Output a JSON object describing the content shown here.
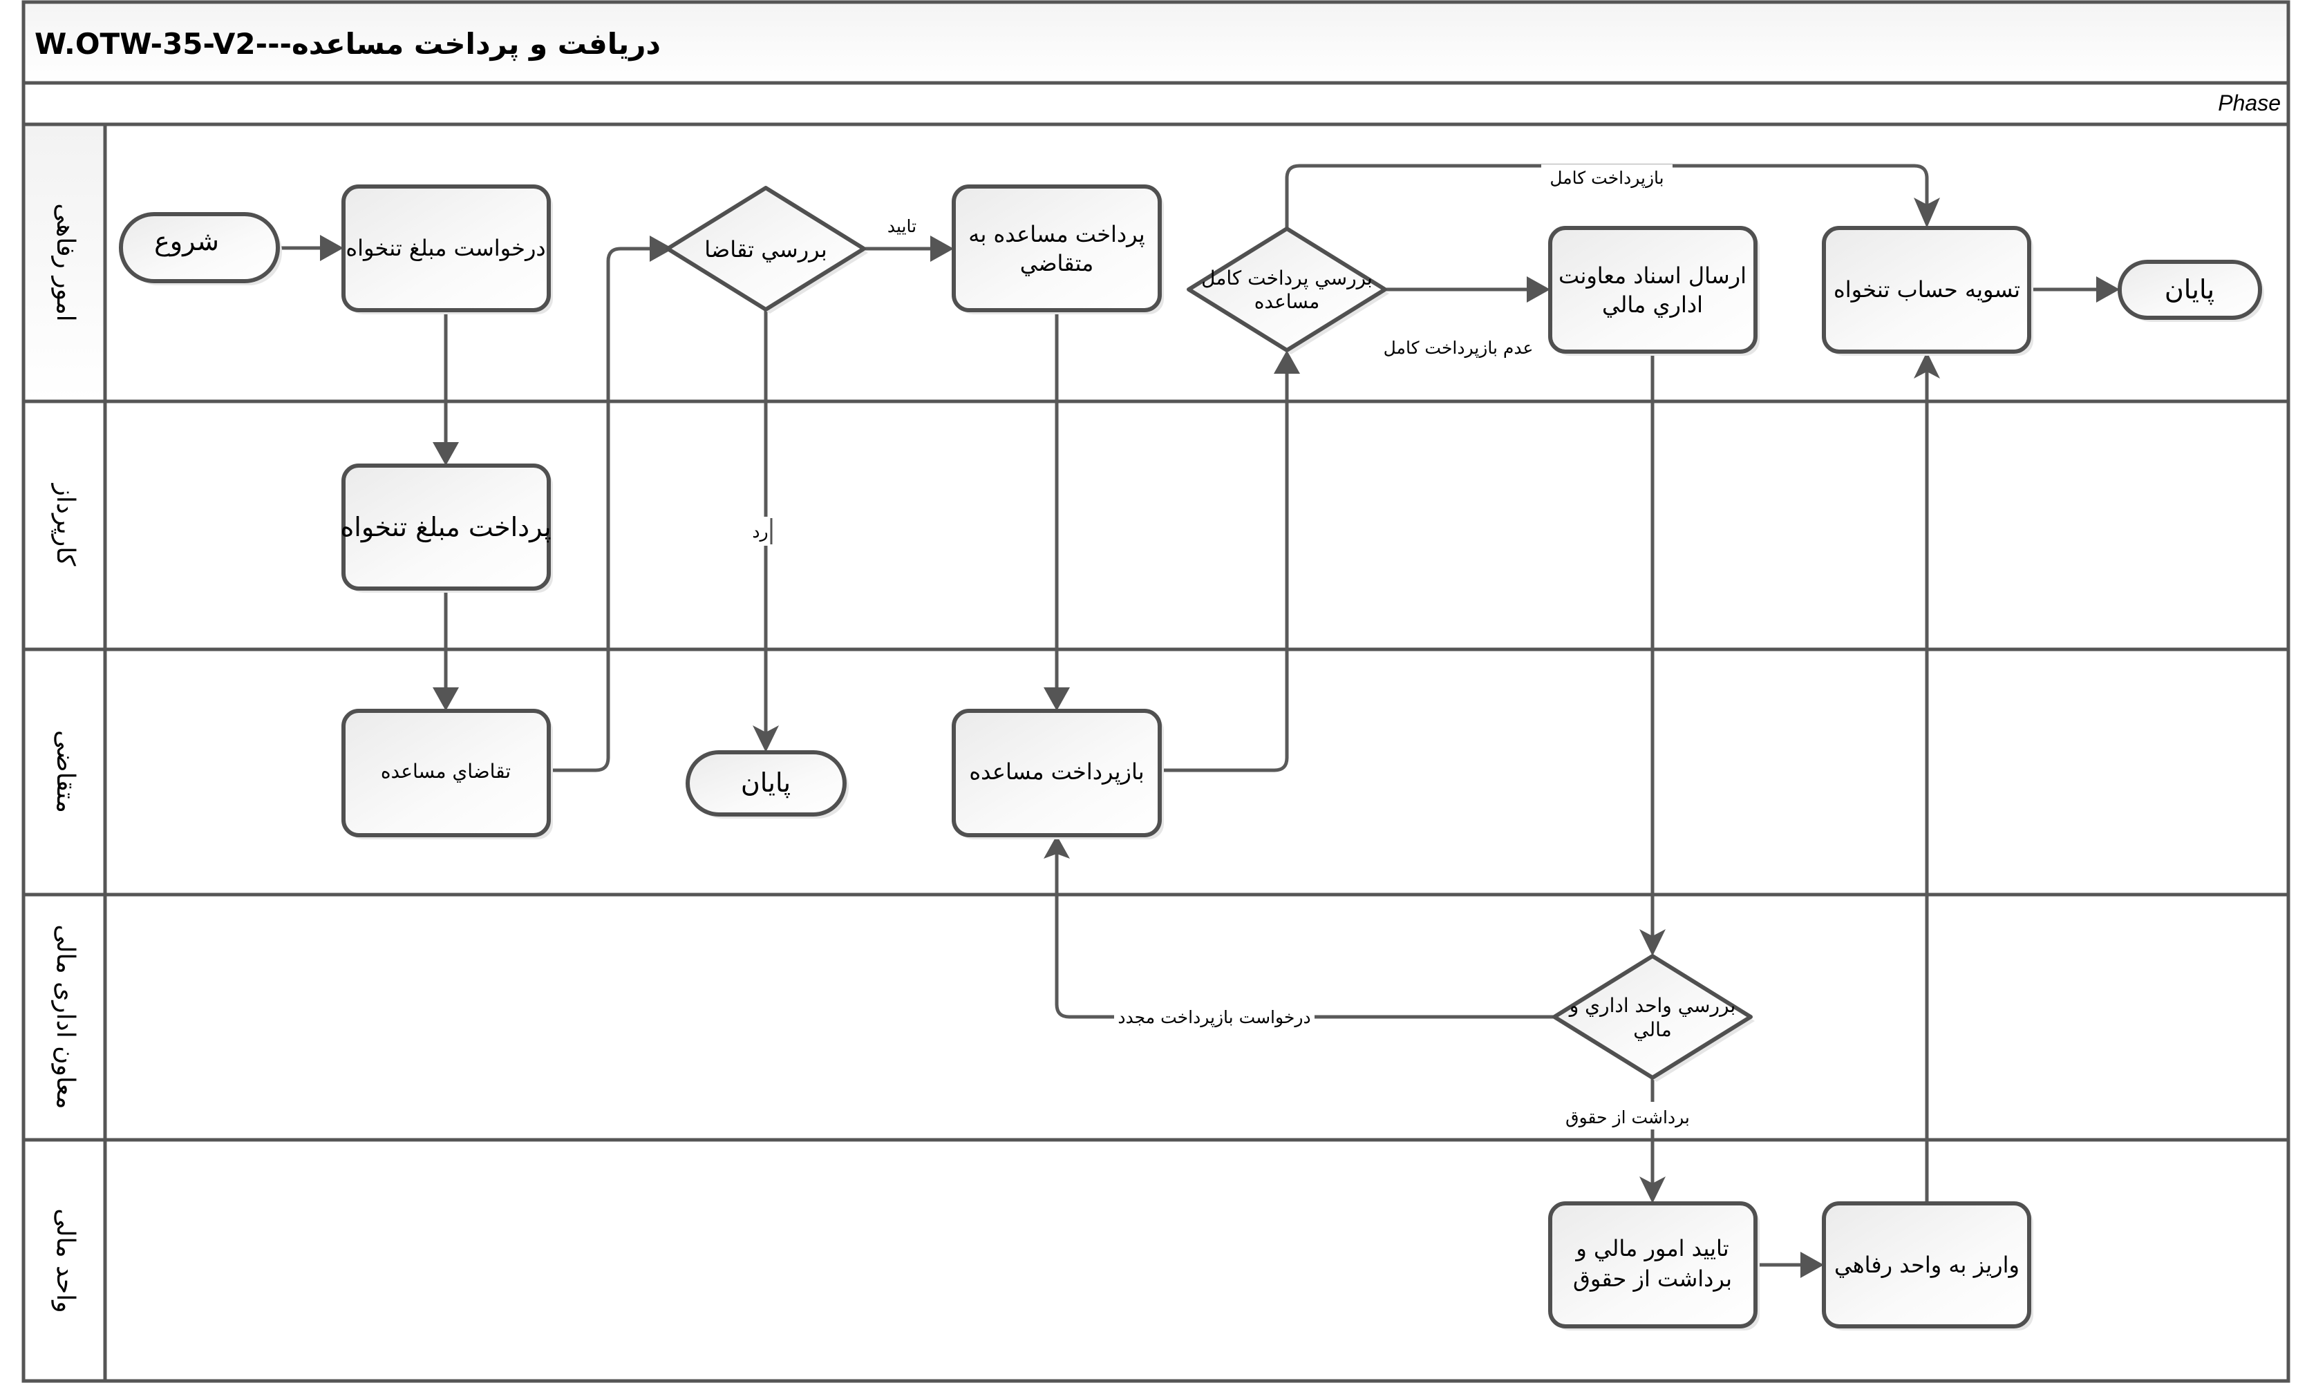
{
  "diagram": {
    "title": "W.OTW-35-V2---دریافت و پرداخت مساعده",
    "phase_label": "Phase",
    "lanes": [
      {
        "id": "welfare",
        "label": "امور رفاهی"
      },
      {
        "id": "procurement",
        "label": "کارپرداز"
      },
      {
        "id": "applicant",
        "label": "متقاضی"
      },
      {
        "id": "admin-finance-deputy",
        "label": "معاون اداری مالی"
      },
      {
        "id": "finance-unit",
        "label": "واحد مالی"
      }
    ],
    "nodes": {
      "start": {
        "type": "terminal",
        "lane": "welfare",
        "lines": [
          "شروع"
        ]
      },
      "request_petty_cash": {
        "type": "process",
        "lane": "welfare",
        "lines": [
          "درخواست مبلغ تنخواه"
        ]
      },
      "review_request": {
        "type": "decision",
        "lane": "welfare",
        "lines": [
          "بررسي تقاضا"
        ]
      },
      "pay_assistance": {
        "type": "process",
        "lane": "welfare",
        "lines": [
          "پرداخت مساعده به",
          "متقاضي"
        ]
      },
      "review_full_repayment": {
        "type": "decision",
        "lane": "welfare",
        "lines": [
          "بررسي پرداخت كامل",
          "مساعده"
        ]
      },
      "send_documents": {
        "type": "process",
        "lane": "welfare",
        "lines": [
          "ارسال اسناد معاونت",
          "اداري مالي"
        ]
      },
      "settle_petty_cash": {
        "type": "process",
        "lane": "welfare",
        "lines": [
          "تسويه حساب تنخواه"
        ]
      },
      "end_main": {
        "type": "terminal",
        "lane": "welfare",
        "lines": [
          "پايان"
        ]
      },
      "pay_petty_cash": {
        "type": "process",
        "lane": "procurement",
        "lines": [
          "پرداخت مبلغ تنخواه"
        ]
      },
      "request_assistance": {
        "type": "process",
        "lane": "applicant",
        "lines": [
          "تقاضاي مساعده"
        ]
      },
      "end_rejected": {
        "type": "terminal",
        "lane": "applicant",
        "lines": [
          "پايان"
        ]
      },
      "repay_assistance": {
        "type": "process",
        "lane": "applicant",
        "lines": [
          "بازپرداخت مساعده"
        ]
      },
      "review_admin_finance": {
        "type": "decision",
        "lane": "admin-finance-deputy",
        "lines": [
          "بررسي واحد اداري و",
          "مالي"
        ]
      },
      "approve_finance": {
        "type": "process",
        "lane": "finance-unit",
        "lines": [
          "تاييد امور مالي و",
          "برداشت از حقوق"
        ]
      },
      "deposit_welfare": {
        "type": "process",
        "lane": "finance-unit",
        "lines": [
          "واريز به واحد رفاهي"
        ]
      }
    },
    "edges": [
      {
        "from": "start",
        "to": "request_petty_cash",
        "label": ""
      },
      {
        "from": "request_petty_cash",
        "to": "pay_petty_cash",
        "label": ""
      },
      {
        "from": "pay_petty_cash",
        "to": "request_assistance",
        "label": ""
      },
      {
        "from": "request_assistance",
        "to": "review_request",
        "label": ""
      },
      {
        "from": "review_request",
        "to": "pay_assistance",
        "label": "تایید"
      },
      {
        "from": "review_request",
        "to": "end_rejected",
        "label": "رد"
      },
      {
        "from": "pay_assistance",
        "to": "repay_assistance",
        "label": ""
      },
      {
        "from": "repay_assistance",
        "to": "review_full_repayment",
        "label": ""
      },
      {
        "from": "review_full_repayment",
        "to": "settle_petty_cash",
        "label": "بازپرداخت کامل"
      },
      {
        "from": "review_full_repayment",
        "to": "send_documents",
        "label": "عدم بازپرداخت کامل"
      },
      {
        "from": "send_documents",
        "to": "review_admin_finance",
        "label": ""
      },
      {
        "from": "review_admin_finance",
        "to": "repay_assistance",
        "label": "درخواست بازپرداخت مجدد"
      },
      {
        "from": "review_admin_finance",
        "to": "approve_finance",
        "label": "برداشت از حقوق"
      },
      {
        "from": "approve_finance",
        "to": "deposit_welfare",
        "label": ""
      },
      {
        "from": "deposit_welfare",
        "to": "settle_petty_cash",
        "label": ""
      },
      {
        "from": "settle_petty_cash",
        "to": "end_main",
        "label": ""
      }
    ],
    "colors": {
      "stroke": "#555555",
      "node_fill_top": "#ececec",
      "node_fill_bottom": "#ffffff",
      "text": "#000000"
    }
  }
}
